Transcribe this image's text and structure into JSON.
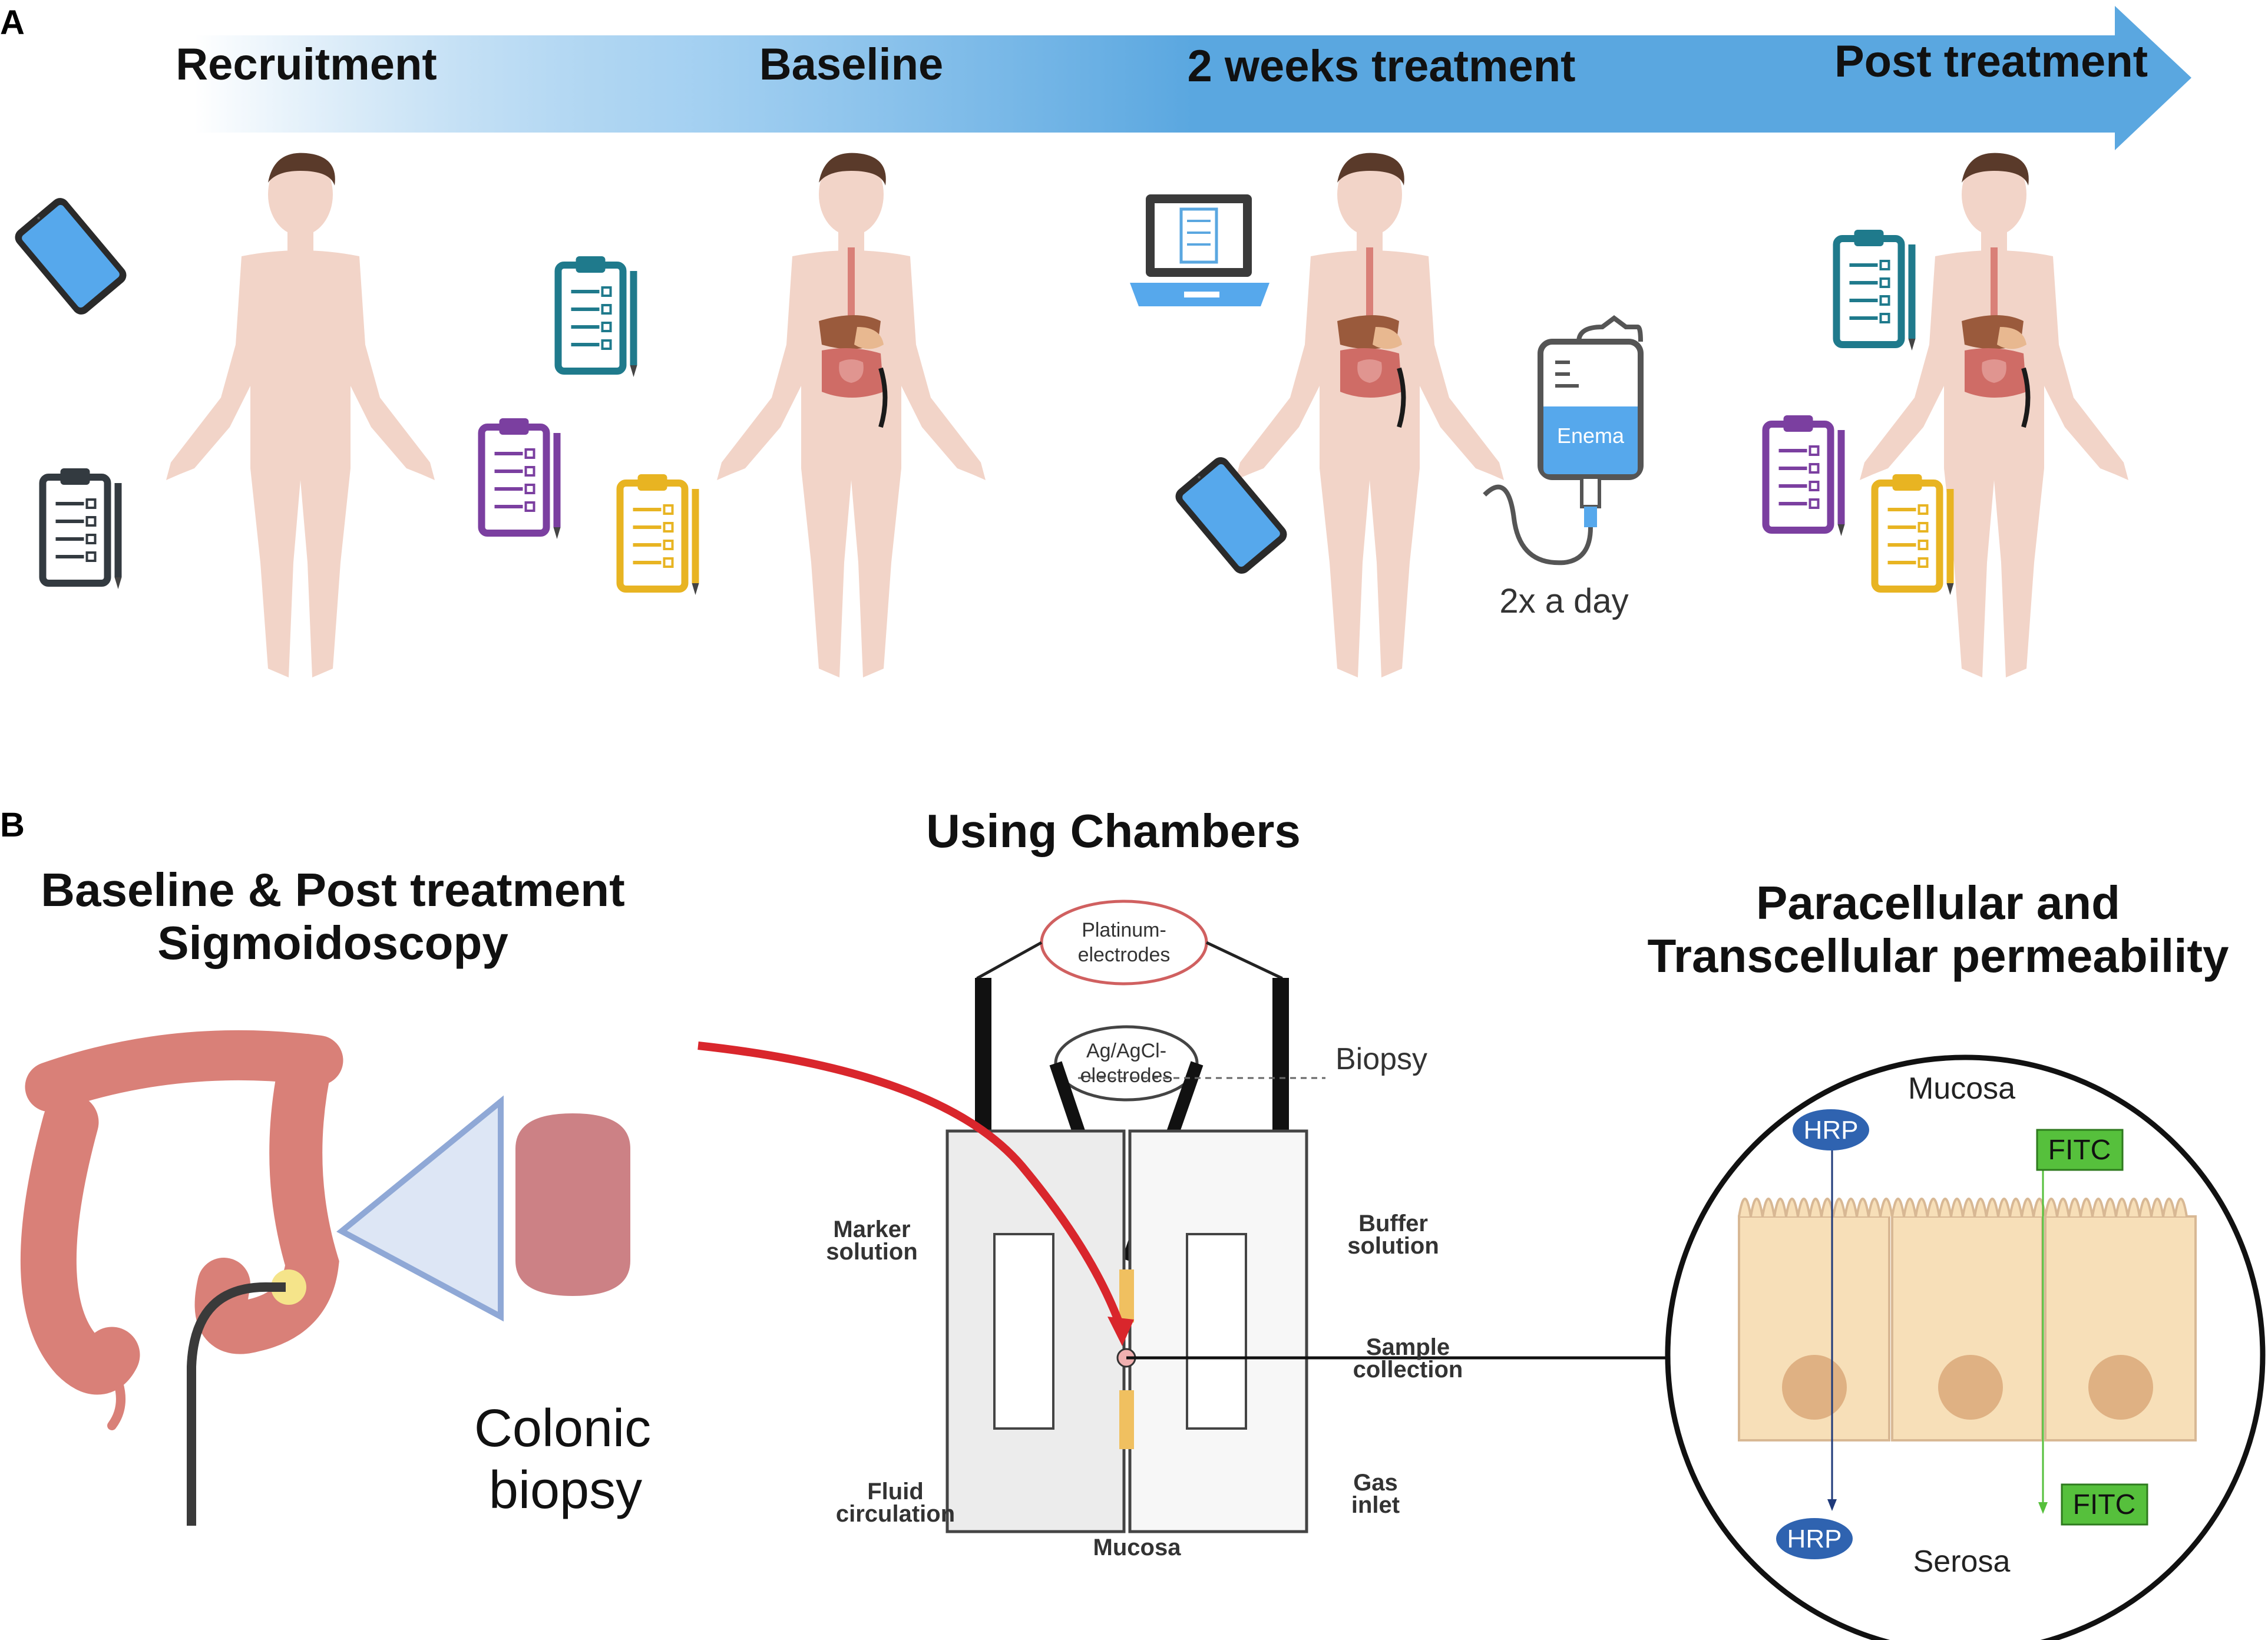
{
  "panel_a": {
    "letter": "A",
    "phases": [
      "Recruitment",
      "Baseline",
      "2 weeks treatment",
      "Post treatment"
    ],
    "enema_label": "Enema",
    "frequency": "2x a day"
  },
  "panel_b": {
    "letter": "B",
    "sigmoidoscopy": {
      "line1": "Baseline & Post treatment",
      "line2": "Sigmoidoscopy"
    },
    "biopsy": {
      "line1": "Colonic",
      "line2": "biopsy"
    },
    "chambers": {
      "title": "Using Chambers",
      "platinum": {
        "line1": "Platinum-",
        "line2": "electrodes"
      },
      "agagcl": {
        "line1": "Ag/AgCl-",
        "line2": "electrodes"
      },
      "biopsy": "Biopsy",
      "marker": {
        "line1": "Marker",
        "line2": "solution"
      },
      "buffer": {
        "line1": "Buffer",
        "line2": "solution"
      },
      "sample": {
        "line1": "Sample",
        "line2": "collection"
      },
      "fluid": {
        "line1": "Fluid",
        "line2": "circulation"
      },
      "gas": {
        "line1": "Gas",
        "line2": "inlet"
      },
      "mucosa": "Mucosa"
    },
    "permeability": {
      "title_line1": "Paracellular and",
      "title_line2": "Transcellular permeability",
      "mucosa": "Mucosa",
      "serosa": "Serosa",
      "hrp": "HRP",
      "fitc": "FITC"
    }
  },
  "colors": {
    "arrow": "#5aa7e0",
    "skin": "#f2d4c8",
    "colon": "#d98078",
    "cell": "#f7dfb8",
    "hrp": "#2f63b0",
    "fitc": "#56c03c",
    "red_arrow": "#d9262c"
  },
  "icons": [
    "smartphone-icon",
    "clipboard-icon",
    "laptop-icon",
    "iv-bag-icon",
    "human-body-icon",
    "colon-icon"
  ]
}
